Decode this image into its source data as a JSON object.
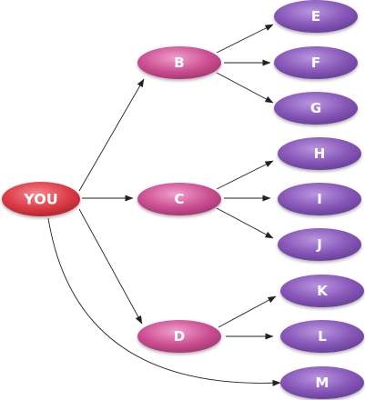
{
  "colors": {
    "root": "#d63a45",
    "level1": "#c84b8f",
    "level2": "#8455b4",
    "edge": "#222222",
    "label": "#ffffff"
  },
  "nodes": {
    "you": "YOU",
    "b": "B",
    "c": "C",
    "d": "D",
    "e": "E",
    "f": "F",
    "g": "G",
    "h": "H",
    "i": "I",
    "j": "J",
    "k": "K",
    "l": "L",
    "m": "M"
  }
}
